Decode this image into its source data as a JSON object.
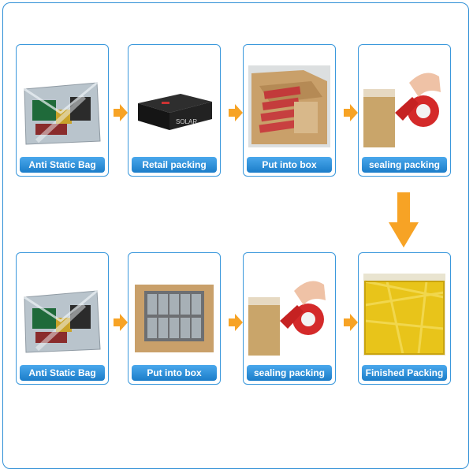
{
  "colors": {
    "frame": "#2f8fd6",
    "label": "#1b7dc9",
    "arrow": "#f7a325"
  },
  "steps_top": [
    {
      "label": "Anti Static Bag",
      "image": "anti-static-bag"
    },
    {
      "label": "Retail packing",
      "image": "retail-box"
    },
    {
      "label": "Put into box",
      "image": "carton-with-boxes"
    },
    {
      "label": "sealing packing",
      "image": "tape-sealing"
    }
  ],
  "steps_bottom": [
    {
      "label": "Anti Static Bag",
      "image": "anti-static-bag"
    },
    {
      "label": "Put into box",
      "image": "carton-with-bags"
    },
    {
      "label": "sealing packing",
      "image": "tape-sealing"
    },
    {
      "label": "Finished Packing",
      "image": "yellow-wrapped-box"
    }
  ],
  "retail_box_brand": "SOLAR"
}
